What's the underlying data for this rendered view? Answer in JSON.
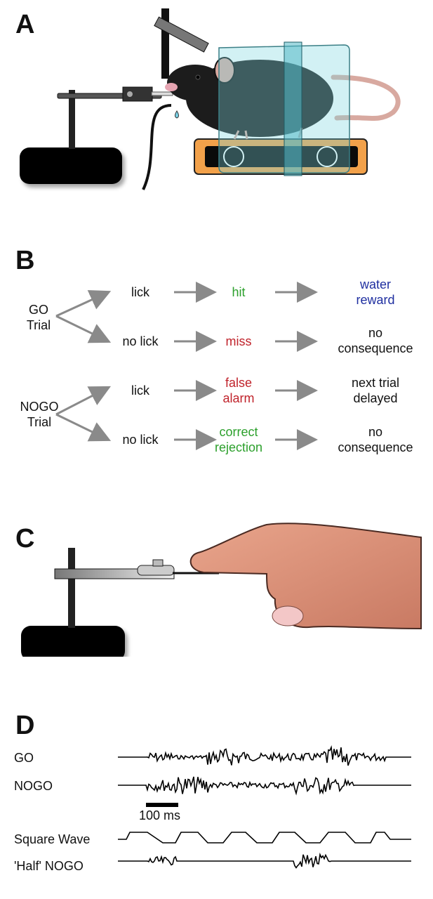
{
  "panels": {
    "a": "A",
    "b": "B",
    "c": "C",
    "d": "D"
  },
  "flow": {
    "go_trial": "GO\nTrial",
    "nogo_trial": "NOGO\nTrial",
    "rows": [
      {
        "action": "lick",
        "outcome": "hit",
        "outcome_color": "#2ca02c",
        "consequence": "water\nreward",
        "consequence_color": "#1f2fa0"
      },
      {
        "action": "no lick",
        "outcome": "miss",
        "outcome_color": "#c0232b",
        "consequence": "no\nconsequence",
        "consequence_color": "#111111"
      },
      {
        "action": "lick",
        "outcome": "false\nalarm",
        "outcome_color": "#c0232b",
        "consequence": "next trial\ndelayed",
        "consequence_color": "#111111"
      },
      {
        "action": "no lick",
        "outcome": "correct\nrejection",
        "outcome_color": "#2ca02c",
        "consequence": "no\nconsequence",
        "consequence_color": "#111111"
      }
    ],
    "arrow_color": "#8a8a8a"
  },
  "stimuli": {
    "labels": [
      "GO",
      "NOGO",
      "Square Wave",
      "'Half' NOGO"
    ],
    "scale_bar": "100 ms"
  }
}
